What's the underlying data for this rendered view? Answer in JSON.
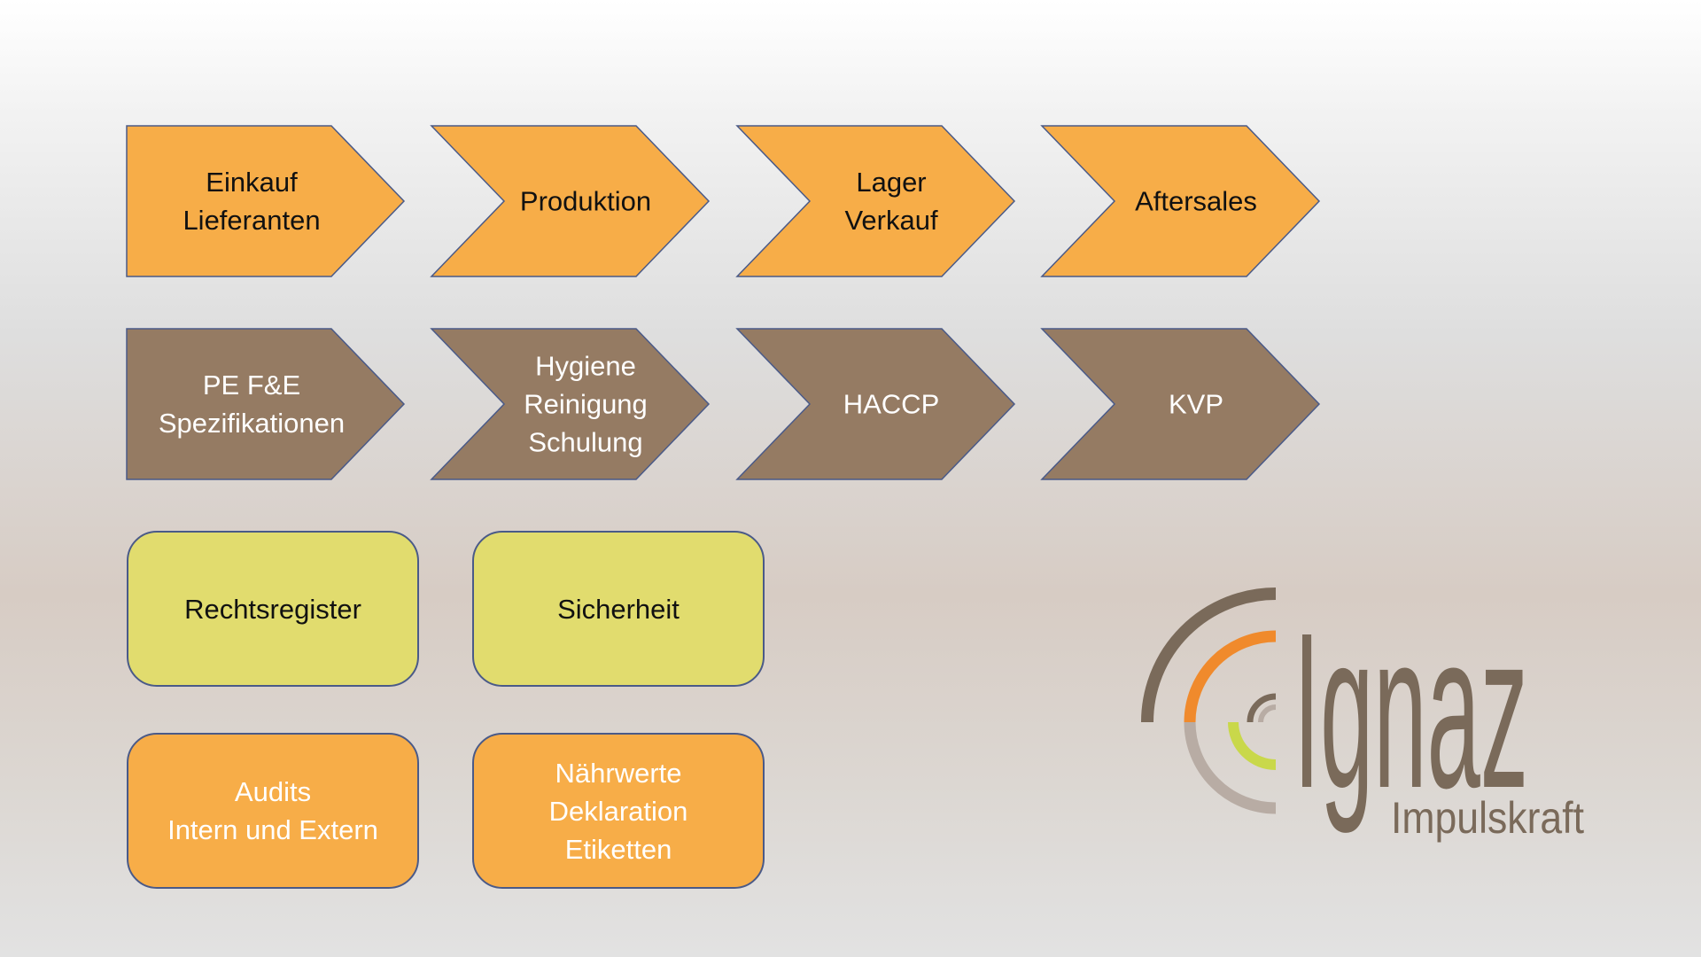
{
  "colors": {
    "chevron_orange": "#f7ad48",
    "chevron_brown": "#957b63",
    "box_yellow": "#e1dc6e",
    "box_orange": "#f7ad48",
    "border_blue": "#4a5a88",
    "logo_brown": "#7a6a5a",
    "logo_orange": "#f08a2c",
    "logo_grey": "#b8aca4",
    "logo_green": "#c9d84a"
  },
  "process_row": [
    {
      "lines": [
        "Einkauf",
        "Lieferanten"
      ]
    },
    {
      "lines": [
        "Produktion"
      ]
    },
    {
      "lines": [
        "Lager",
        "Verkauf"
      ]
    },
    {
      "lines": [
        "Aftersales"
      ]
    }
  ],
  "quality_row": [
    {
      "lines": [
        "PE F&E",
        "Spezifikationen"
      ]
    },
    {
      "lines": [
        "Hygiene",
        "Reinigung",
        "Schulung"
      ]
    },
    {
      "lines": [
        "HACCP"
      ]
    },
    {
      "lines": [
        "KVP"
      ]
    }
  ],
  "boxes": {
    "rechtsregister": "Rechtsregister",
    "sicherheit": "Sicherheit",
    "audits": "Audits\nIntern und Extern",
    "naehrwerte": "Nährwerte\nDeklaration\nEtiketten"
  },
  "logo": {
    "name": "Ignaz",
    "tagline": "Impulskraft"
  }
}
